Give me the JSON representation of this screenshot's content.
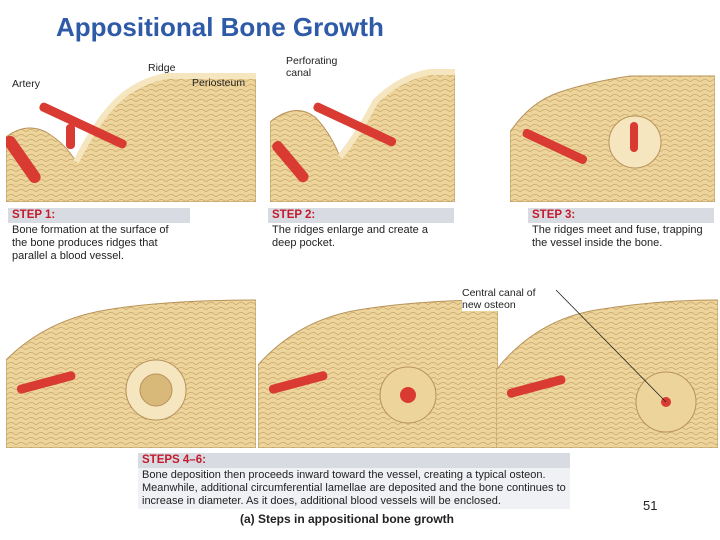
{
  "title": "Appositional Bone Growth",
  "labels": {
    "artery": "Artery",
    "ridge": "Ridge",
    "periosteum": "Periosteum",
    "perforating_canal": "Perforating\ncanal",
    "central_canal": "Central canal of\nnew osteon"
  },
  "steps": [
    {
      "head": "STEP 1:",
      "text": "Bone formation at the surface of the bone produces ridges that parallel a blood vessel."
    },
    {
      "head": "STEP 2:",
      "text": "The ridges enlarge and create a deep pocket."
    },
    {
      "head": "STEP 3:",
      "text": "The ridges meet and fuse, trapping the vessel inside the bone."
    },
    {
      "head": "STEPS 4–6:",
      "text": "Bone deposition then proceeds inward toward the vessel, creating a typical osteon. Meanwhile, additional circumferential lamellae are deposited and the bone continues to increase in diameter. As it does, additional blood vessels will be enclosed."
    }
  ],
  "caption": "(a) Steps in appositional bone growth",
  "page_number": "51",
  "colors": {
    "title": "#2e5aa8",
    "step_head": "#c41a2b",
    "bone": "#f0d9a4",
    "bone_dark": "#d9b97a",
    "vessel": "#d93a32"
  }
}
